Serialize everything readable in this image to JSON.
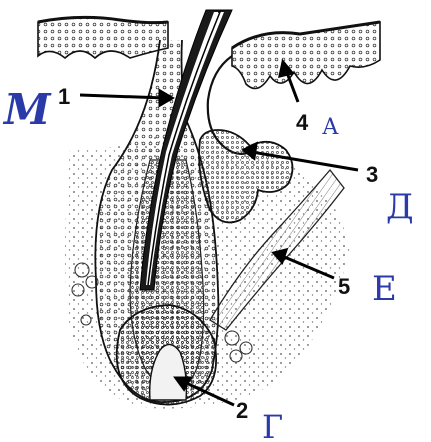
{
  "diagram": {
    "callouts": [
      {
        "id": "c1",
        "number": "1"
      },
      {
        "id": "c2",
        "number": "2"
      },
      {
        "id": "c3",
        "number": "3"
      },
      {
        "id": "c4",
        "number": "4"
      },
      {
        "id": "c5",
        "number": "5"
      }
    ],
    "handwritten": [
      {
        "id": "h1",
        "text": "M"
      },
      {
        "id": "h2",
        "text": "Г"
      },
      {
        "id": "h3",
        "text": "Д"
      },
      {
        "id": "h4",
        "text": "А"
      },
      {
        "id": "h5",
        "text": "Е"
      }
    ],
    "colors": {
      "ink": "#111111",
      "handwriting": "#2a3aa8"
    }
  }
}
